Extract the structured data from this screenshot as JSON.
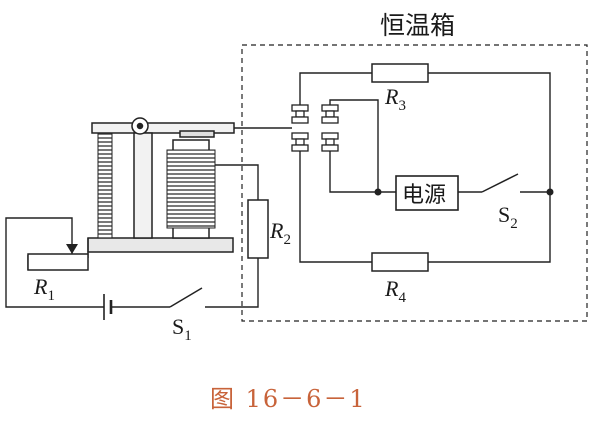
{
  "box": {
    "title": "恒温箱"
  },
  "labels": {
    "R1": {
      "letter": "R",
      "sub": "1"
    },
    "R2": {
      "letter": "R",
      "sub": "2"
    },
    "R3": {
      "letter": "R",
      "sub": "3"
    },
    "R4": {
      "letter": "R",
      "sub": "4"
    },
    "S1": {
      "letter": "S",
      "sub": "1"
    },
    "S2": {
      "letter": "S",
      "sub": "2"
    },
    "source": "电源"
  },
  "caption": "图 16－6－1"
}
